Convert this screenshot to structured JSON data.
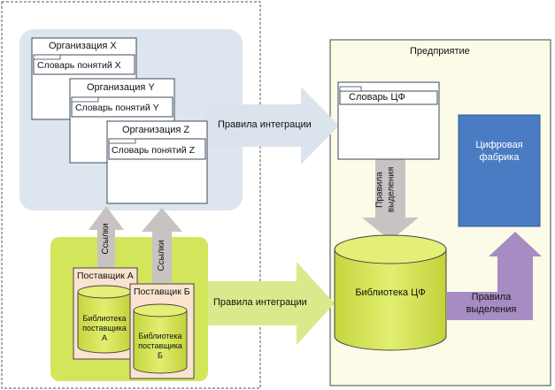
{
  "organizations": [
    {
      "title": "Организация X",
      "dictionary": "Словарь понятий X"
    },
    {
      "title": "Организация Y",
      "dictionary": "Словарь понятий Y"
    },
    {
      "title": "Организация Z",
      "dictionary": "Словарь понятий Z"
    }
  ],
  "arrows": {
    "links_1": "Ссылки",
    "links_2": "Ссылки",
    "integration_rules_top": "Правила интеграции",
    "integration_rules_bottom": "Правила интеграции",
    "selection_rules_line1": "Правила",
    "selection_rules_line2": "выделения",
    "selection_rules_right_line1": "Правила",
    "selection_rules_right_line2": "выделения"
  },
  "suppliers": [
    {
      "title": "Поставщик А",
      "library_line1": "Библиотека",
      "library_line2": "поставщика",
      "library_line3": "А"
    },
    {
      "title": "Поставщик Б",
      "library_line1": "Библиотека",
      "library_line2": "поставщика",
      "library_line3": "Б"
    }
  ],
  "enterprise": {
    "title": "Предприятие",
    "dictionary": "Словарь ЦФ",
    "library": "Библиотека ЦФ",
    "factory_line1": "Цифровая",
    "factory_line2": "фабрика"
  },
  "colors": {
    "org_panel": "#dde6ee",
    "supplier_panel": "#d3e55a",
    "enterprise_bg": "#fbfbe8",
    "library_fill": "#d6e652",
    "factory_fill": "#4a7cc4",
    "arrow_light": "#dbe3ec",
    "arrow_green": "#dce88c",
    "arrow_gray": "#c9c2c2",
    "arrow_purple": "#a68cc2",
    "supplier_box": "#fbe3cf"
  }
}
